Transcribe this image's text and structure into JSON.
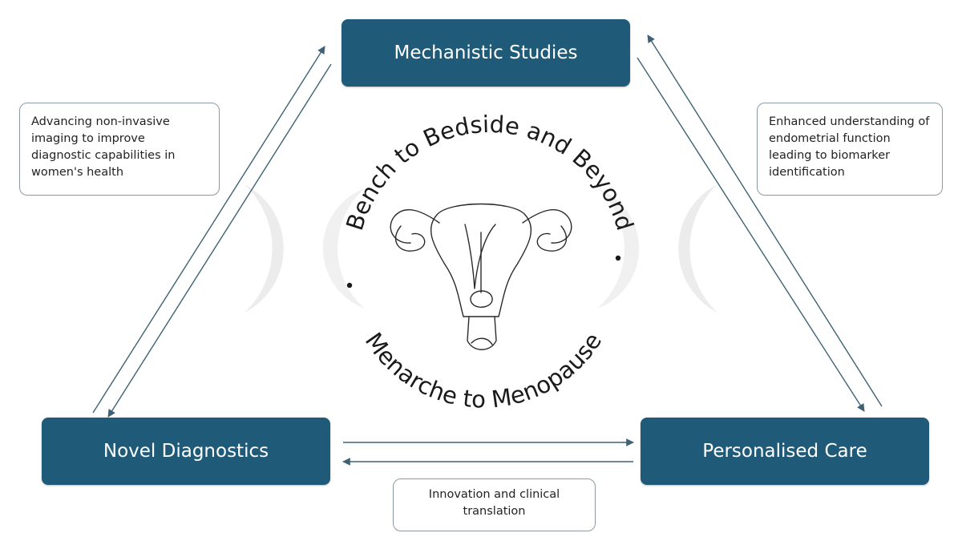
{
  "nodes": {
    "mechanistic": "Mechanistic Studies",
    "diagnostics": "Novel Diagnostics",
    "care": "Personalised Care"
  },
  "notes": {
    "imaging": "Advancing non-invasive imaging to improve diagnostic capabilities in women's health",
    "understanding": "Enhanced understanding of endometrial function leading to biomarker identification",
    "innovation": "Innovation and clinical translation"
  },
  "center": {
    "top_arc": "Bench to Bedside and Beyond",
    "bottom_arc": "Menarche to Menopause",
    "icon": "uterus-icon"
  },
  "colors": {
    "node_fill": "#1f5b78",
    "arrow": "#3e6273",
    "moon_watermark": "#e9e9e9"
  }
}
